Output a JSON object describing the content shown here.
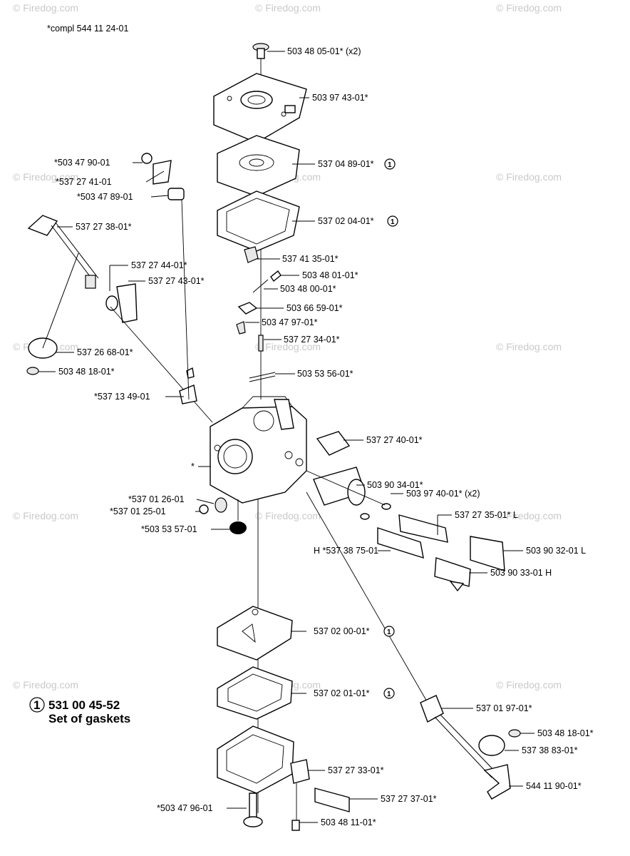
{
  "header": {
    "compl": "*compl 544 11 24-01"
  },
  "watermark": "© Firedog.com",
  "legend": {
    "circle_num": "1",
    "part": "531 00 45-52",
    "desc": "Set of gaskets"
  },
  "labels": {
    "p1": "503 48 05-01* (x2)",
    "p2": "503 97 43-01*",
    "p3": "537 04 89-01*",
    "p4": "537 02 04-01*",
    "p5": "537 41 35-01*",
    "p6": "503 48 01-01*",
    "p7": "503 48 00-01*",
    "p8": "503 66 59-01*",
    "p9": "503 47 97-01*",
    "p10": "537 27 34-01*",
    "p11": "503 53 56-01*",
    "p12": "537 27 40-01*",
    "p13": "503 90 34-01*",
    "p14": "503 97 40-01* (x2)",
    "p15": "537 27 35-01* L",
    "p16": "H *537 38 75-01",
    "p17": "503 90 32-01 L",
    "p18": "503 90 33-01 H",
    "p19": "*503 47 90-01",
    "p20": "*537 27 41-01",
    "p21": "*503 47 89-01",
    "p22": "537 27 38-01*",
    "p23": "537 27 44-01*",
    "p24": "537 27 43-01*",
    "p25": "537 26 68-01*",
    "p26": "503 48 18-01*",
    "p27": "*537 13 49-01",
    "p28": "*",
    "p29": "*537 01 26-01",
    "p30": "*537 01 25-01",
    "p31": "*503 53 57-01",
    "p32": "537 02 00-01*",
    "p33": "537 02 01-01*",
    "p34": "537 27 33-01*",
    "p35": "537 27 37-01*",
    "p36": "*503 47 96-01",
    "p37": "503 48 11-01*",
    "p38": "537 01 97-01*",
    "p39": "503 48 18-01*",
    "p40": "537 38 83-01*",
    "p41": "544 11 90-01*"
  },
  "gasket_marker": "1"
}
